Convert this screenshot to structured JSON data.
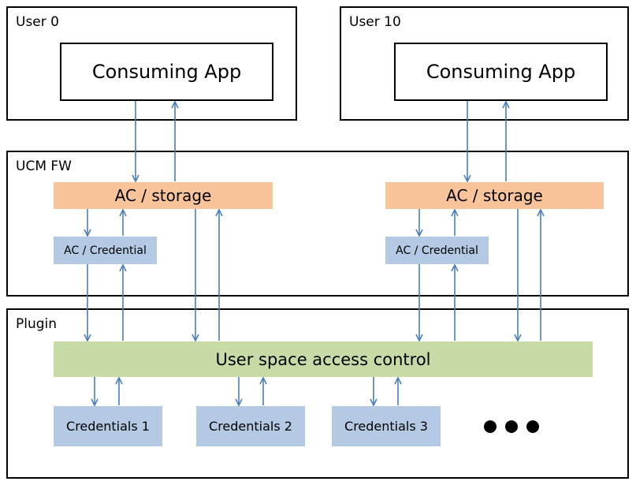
{
  "users": [
    {
      "label": "User 0",
      "app": "Consuming App"
    },
    {
      "label": "User 10",
      "app": "Consuming App"
    }
  ],
  "framework": {
    "label": "UCM FW",
    "storage": [
      "AC / storage",
      "AC / storage"
    ],
    "credential": [
      "AC / Credential",
      "AC / Credential"
    ]
  },
  "plugin": {
    "label": "Plugin",
    "access_control": "User space access control",
    "credentials": [
      "Credentials 1",
      "Credentials 2",
      "Credentials 3"
    ]
  },
  "colors": {
    "storage": "#f9c49a",
    "credential": "#b4c9e4",
    "access_control": "#c6dba6",
    "arrow": "#4a7ebb"
  }
}
